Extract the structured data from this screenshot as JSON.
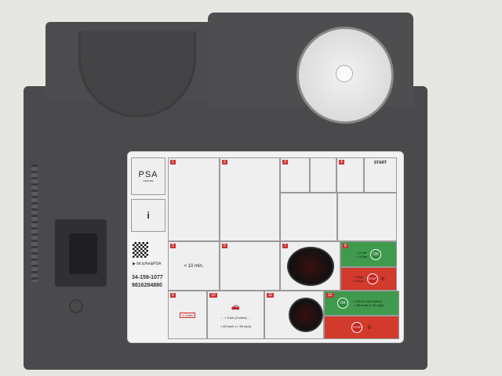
{
  "label": {
    "brand": "PSA",
    "brand_sub": "GROUPE",
    "info_icon": "i",
    "link": "bit.ly/helpPSA",
    "code1": "34-159-1077",
    "code2": "9816284880",
    "start": "START",
    "steps": [
      "1",
      "2",
      "3",
      "4",
      "5",
      "6",
      "7",
      "8",
      "9",
      "10",
      "11",
      "12"
    ],
    "time_inflate": "< 10 min.",
    "pressure_ok": [
      "> 2 bar",
      "> 29 psi"
    ],
    "ok": "OK",
    "pressure_low": [
      "< 2 bar",
      "< 29 psi"
    ],
    "stop": "STOP",
    "time_valve": "< 1 min",
    "drive_dist": "← < 5 km (3 miles) →",
    "drive_speed": "< 80 km/h ( < 50 mph)",
    "final_dist": "< 200 km (120 miles) →",
    "final_speed": "< 80 km/h (< 50 mph)"
  },
  "colors": {
    "device": "#4a4a4c",
    "ok": "#3f9a4d",
    "stop": "#d23a2c"
  }
}
